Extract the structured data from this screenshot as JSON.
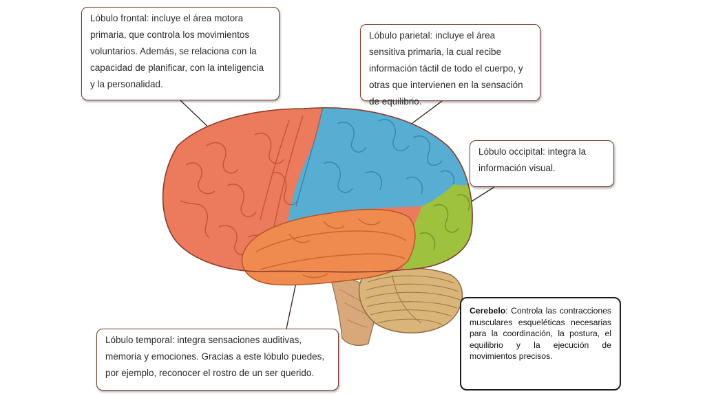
{
  "labels": {
    "frontal": "Lóbulo frontal: incluye el área motora primaria, que controla los movimientos voluntarios. Además, se relaciona con la capacidad de planificar, con la inteligencia y la personalidad.",
    "parietal": "Lóbulo parietal: incluye el área sensitiva primaria, la cual recibe información táctil de todo el cuerpo, y otras que intervienen en la sensación de equilibrio.",
    "occipital": "Lóbulo occipital: integra la información visual.",
    "temporal": "Lóbulo temporal: integra sensaciones auditivas, memoria y emociones. Gracias a este lóbulo puedes, por ejemplo, reconocer el rostro de un ser querido.",
    "cerebelo_name": "Cerebelo",
    "cerebelo_text": ": Controla las contracciones musculares esqueléticas necesarias para la coordinación, la postura, el equilibrio y la ejecución de movimientos precisos."
  },
  "colors": {
    "frontal": "#ec7a5c",
    "parietal": "#58aed2",
    "occipital": "#9fc23e",
    "temporal": "#ef8b4e",
    "cerebellum": "#d9b57a",
    "brainstem": "#d8a77a"
  }
}
